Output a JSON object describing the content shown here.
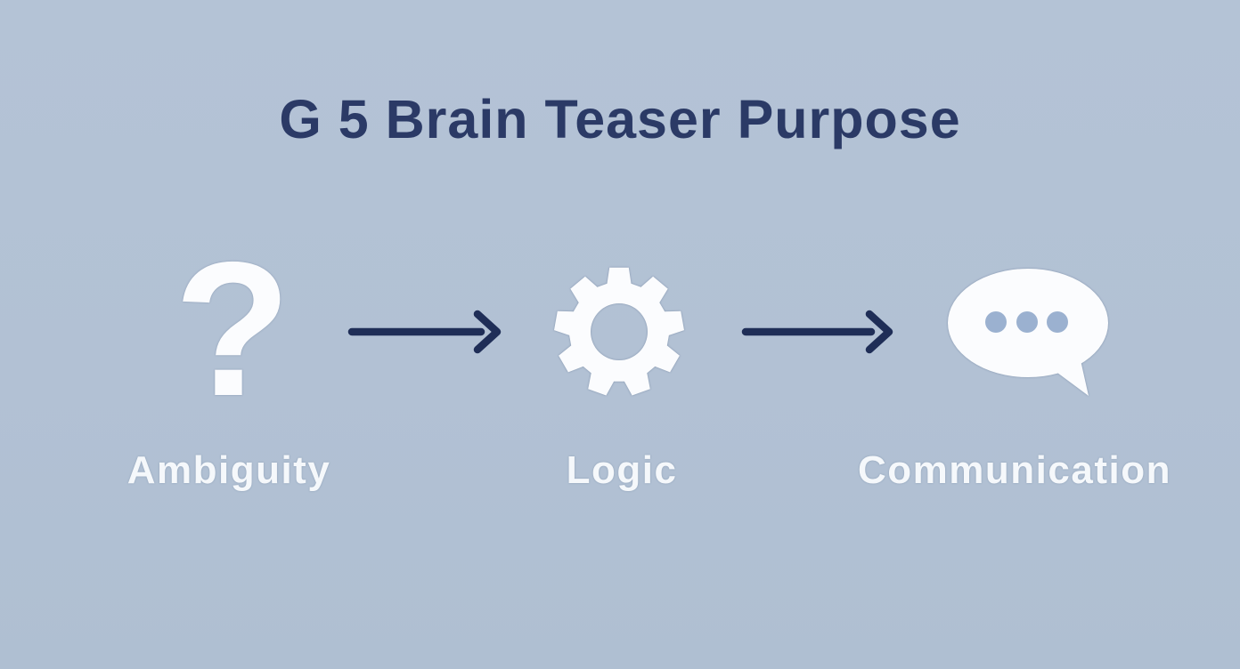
{
  "title": {
    "text": "G 5 Brain Teaser Purpose"
  },
  "colors": {
    "background": "#b2c1d4",
    "title_navy": "#2b3a66",
    "arrow_navy": "#1f2e57",
    "icon_white": "#fbfcfe",
    "label_white": "#f5f8fb",
    "bubble_dot_blue": "#9bb1d0"
  },
  "steps": [
    {
      "label": "Ambiguity",
      "icon": "question-mark-icon",
      "glyph": "?"
    },
    {
      "label": "Logic",
      "icon": "gear-icon"
    },
    {
      "label": "Communication",
      "icon": "speech-bubble-icon"
    }
  ],
  "connectors": [
    {
      "icon": "arrow-right-icon",
      "direction": "right"
    },
    {
      "icon": "arrow-right-icon",
      "direction": "right"
    }
  ]
}
